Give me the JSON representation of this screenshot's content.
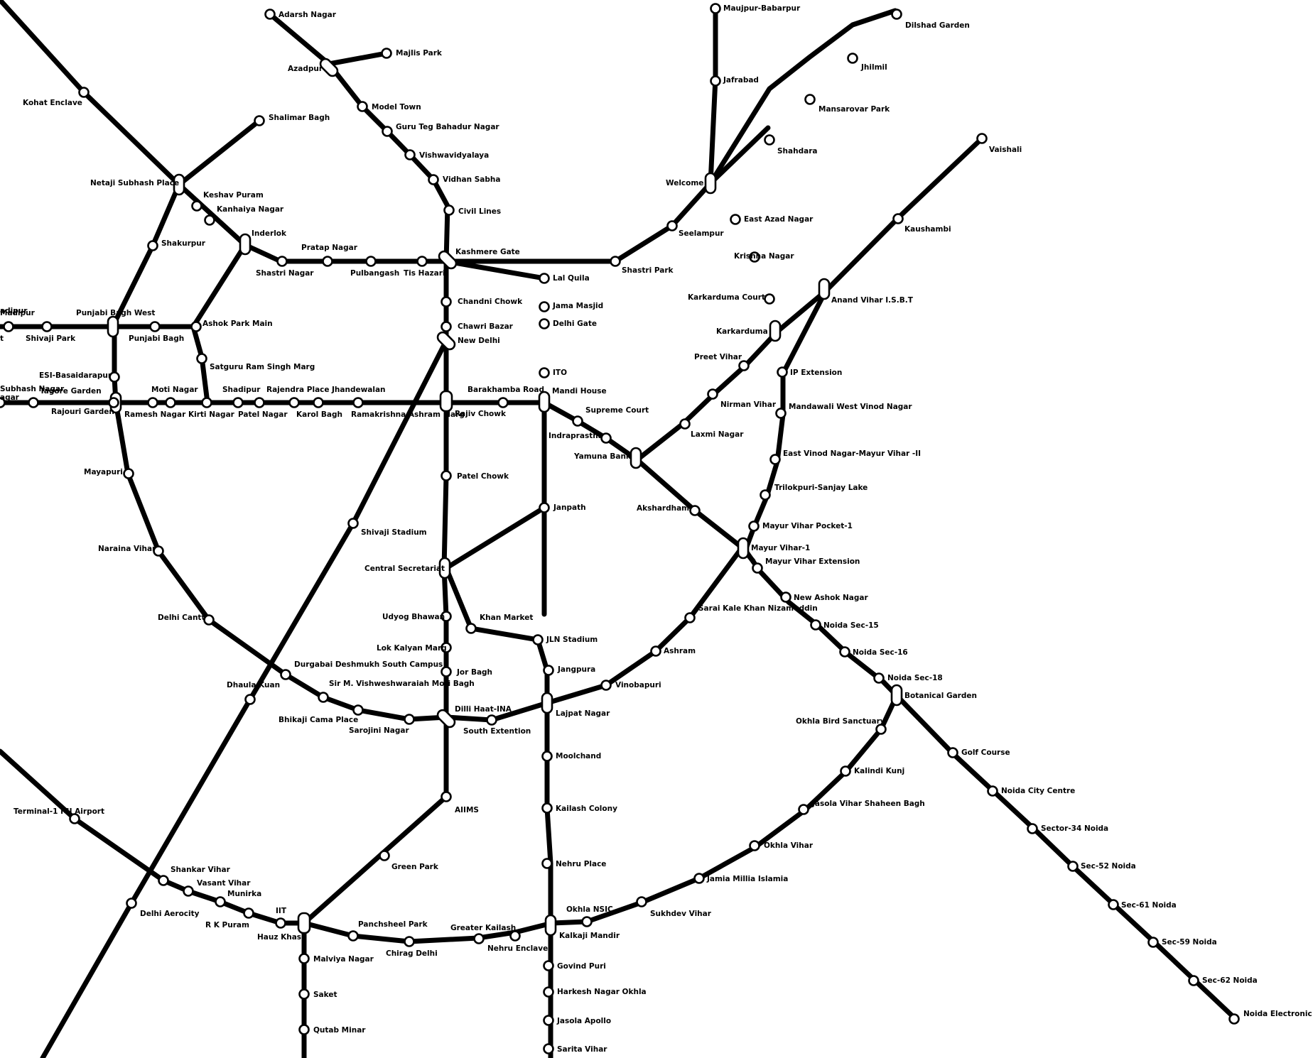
{
  "map": {
    "stations": [
      "Adarsh Nagar",
      "Azadpur",
      "Majlis Park",
      "Model Town",
      "Guru Teg Bahadur Nagar",
      "Vishwavidyalaya",
      "Vidhan Sabha",
      "Civil Lines",
      "Kashmere Gate",
      "Chandni Chowk",
      "Chawri Bazar",
      "New Delhi",
      "Rajiv Chowk",
      "Patel Chowk",
      "Central Secretariat",
      "Udyog Bhawan",
      "Lok Kalyan Marg",
      "Jor Bagh",
      "Dilli Haat-INA",
      "AIIMS",
      "Green Park",
      "Hauz Khas",
      "Malviya Nagar",
      "Saket",
      "Qutab Minar",
      "Kohat Enclave",
      "Netaji Subhash Place",
      "Shalimar Bagh",
      "Keshav Puram",
      "Kanhaiya Nagar",
      "Inderlok",
      "Shakurpur",
      "Shastri Nagar",
      "Pratap Nagar",
      "Pulbangash",
      "Tis Hazari",
      "Shastri Park",
      "Seelampur",
      "Welcome",
      "Maujpur-Babarpur",
      "Jafrabad",
      "Shahdara",
      "Mansarovar Park",
      "Jhilmil",
      "Dilshad Garden",
      "East Azad Nagar",
      "Krishna Nagar",
      "Karkarduma Court",
      "Karkarduma",
      "Preet Vihar",
      "Nirman Vihar",
      "Laxmi Nagar",
      "Yamuna Bank",
      "Vaishali",
      "Kaushambi",
      "Anand Vihar I.S.B.T",
      "IP Extension",
      "Mandawali West Vinod Nagar",
      "East Vinod Nagar-Mayur Vihar -II",
      "Trilokpuri-Sanjay Lake",
      "Mayur Vihar Pocket-1",
      "Mayur Vihar-1",
      "Mayur Vihar Extension",
      "New Ashok Nagar",
      "Noida Sec-15",
      "Noida Sec-16",
      "Noida Sec-18",
      "Botanical Garden",
      "Golf Course",
      "Noida City Centre",
      "Sector-34 Noida",
      "Sec-52 Noida",
      "Sec-61 Noida",
      "Sec-59 Noida",
      "Sec-62 Noida",
      "Noida Electronic City",
      "Okhla Bird Sanctuary",
      "Kalindi Kunj",
      "Jasola Vihar Shaheen Bagh",
      "Okhla Vihar",
      "Jamia Millia Islamia",
      "Sukhdev Vihar",
      "Okhla NSIC",
      "Kalkaji Mandir",
      "Nehru Enclave",
      "Greater Kailash",
      "Chirag Delhi",
      "Panchsheel Park",
      "IIT",
      "R K Puram",
      "Munirka",
      "Vasant Vihar",
      "Shankar Vihar",
      "Terminal-1 IGI Airport",
      "Delhi Aerocity",
      "Dhaula Kuan",
      "Shivaji Stadium",
      "Durgabai Deshmukh South Campus",
      "Sir M. Vishweshwaraiah Moti Bagh",
      "Bhikaji Cama Place",
      "Sarojini Nagar",
      "South Extention",
      "Lajpat Nagar",
      "Vinobapuri",
      "Ashram",
      "Sarai Kale Khan Nizamuddin",
      "Jangpura",
      "JLN Stadium",
      "Khan Market",
      "Janpath",
      "Mandi House",
      "ITO",
      "Delhi Gate",
      "Jama Masjid",
      "Lal Quila",
      "Barakhamba Road",
      "Supreme Court",
      "Indraprastha",
      "Akshardham",
      "Moolchand",
      "Kailash Colony",
      "Nehru Place",
      "Govind Puri",
      "Harkesh Nagar Okhla",
      "Jasola Apollo",
      "Sarita Vihar",
      "Punjabi Bagh West",
      "Punjabi Bagh",
      "Ashok Park Main",
      "Shivaji Park",
      "Madipur",
      "Satguru Ram Singh Marg",
      "ESI-Basaidarapur",
      "Rajouri Garden",
      "Tagore Garden",
      "Subhash Nagar",
      "Ramesh Nagar",
      "Moti Nagar",
      "Kirti Nagar",
      "Shadipur",
      "Patel Nagar",
      "Rajendra Place",
      "Karol Bagh",
      "Jhandewalan",
      "Ramakrishna Ashram Marg",
      "Mayapuri",
      "Naraina Vihar",
      "Delhi Cantt"
    ],
    "partial_labels": [
      "adipur",
      "agar",
      "t"
    ]
  }
}
